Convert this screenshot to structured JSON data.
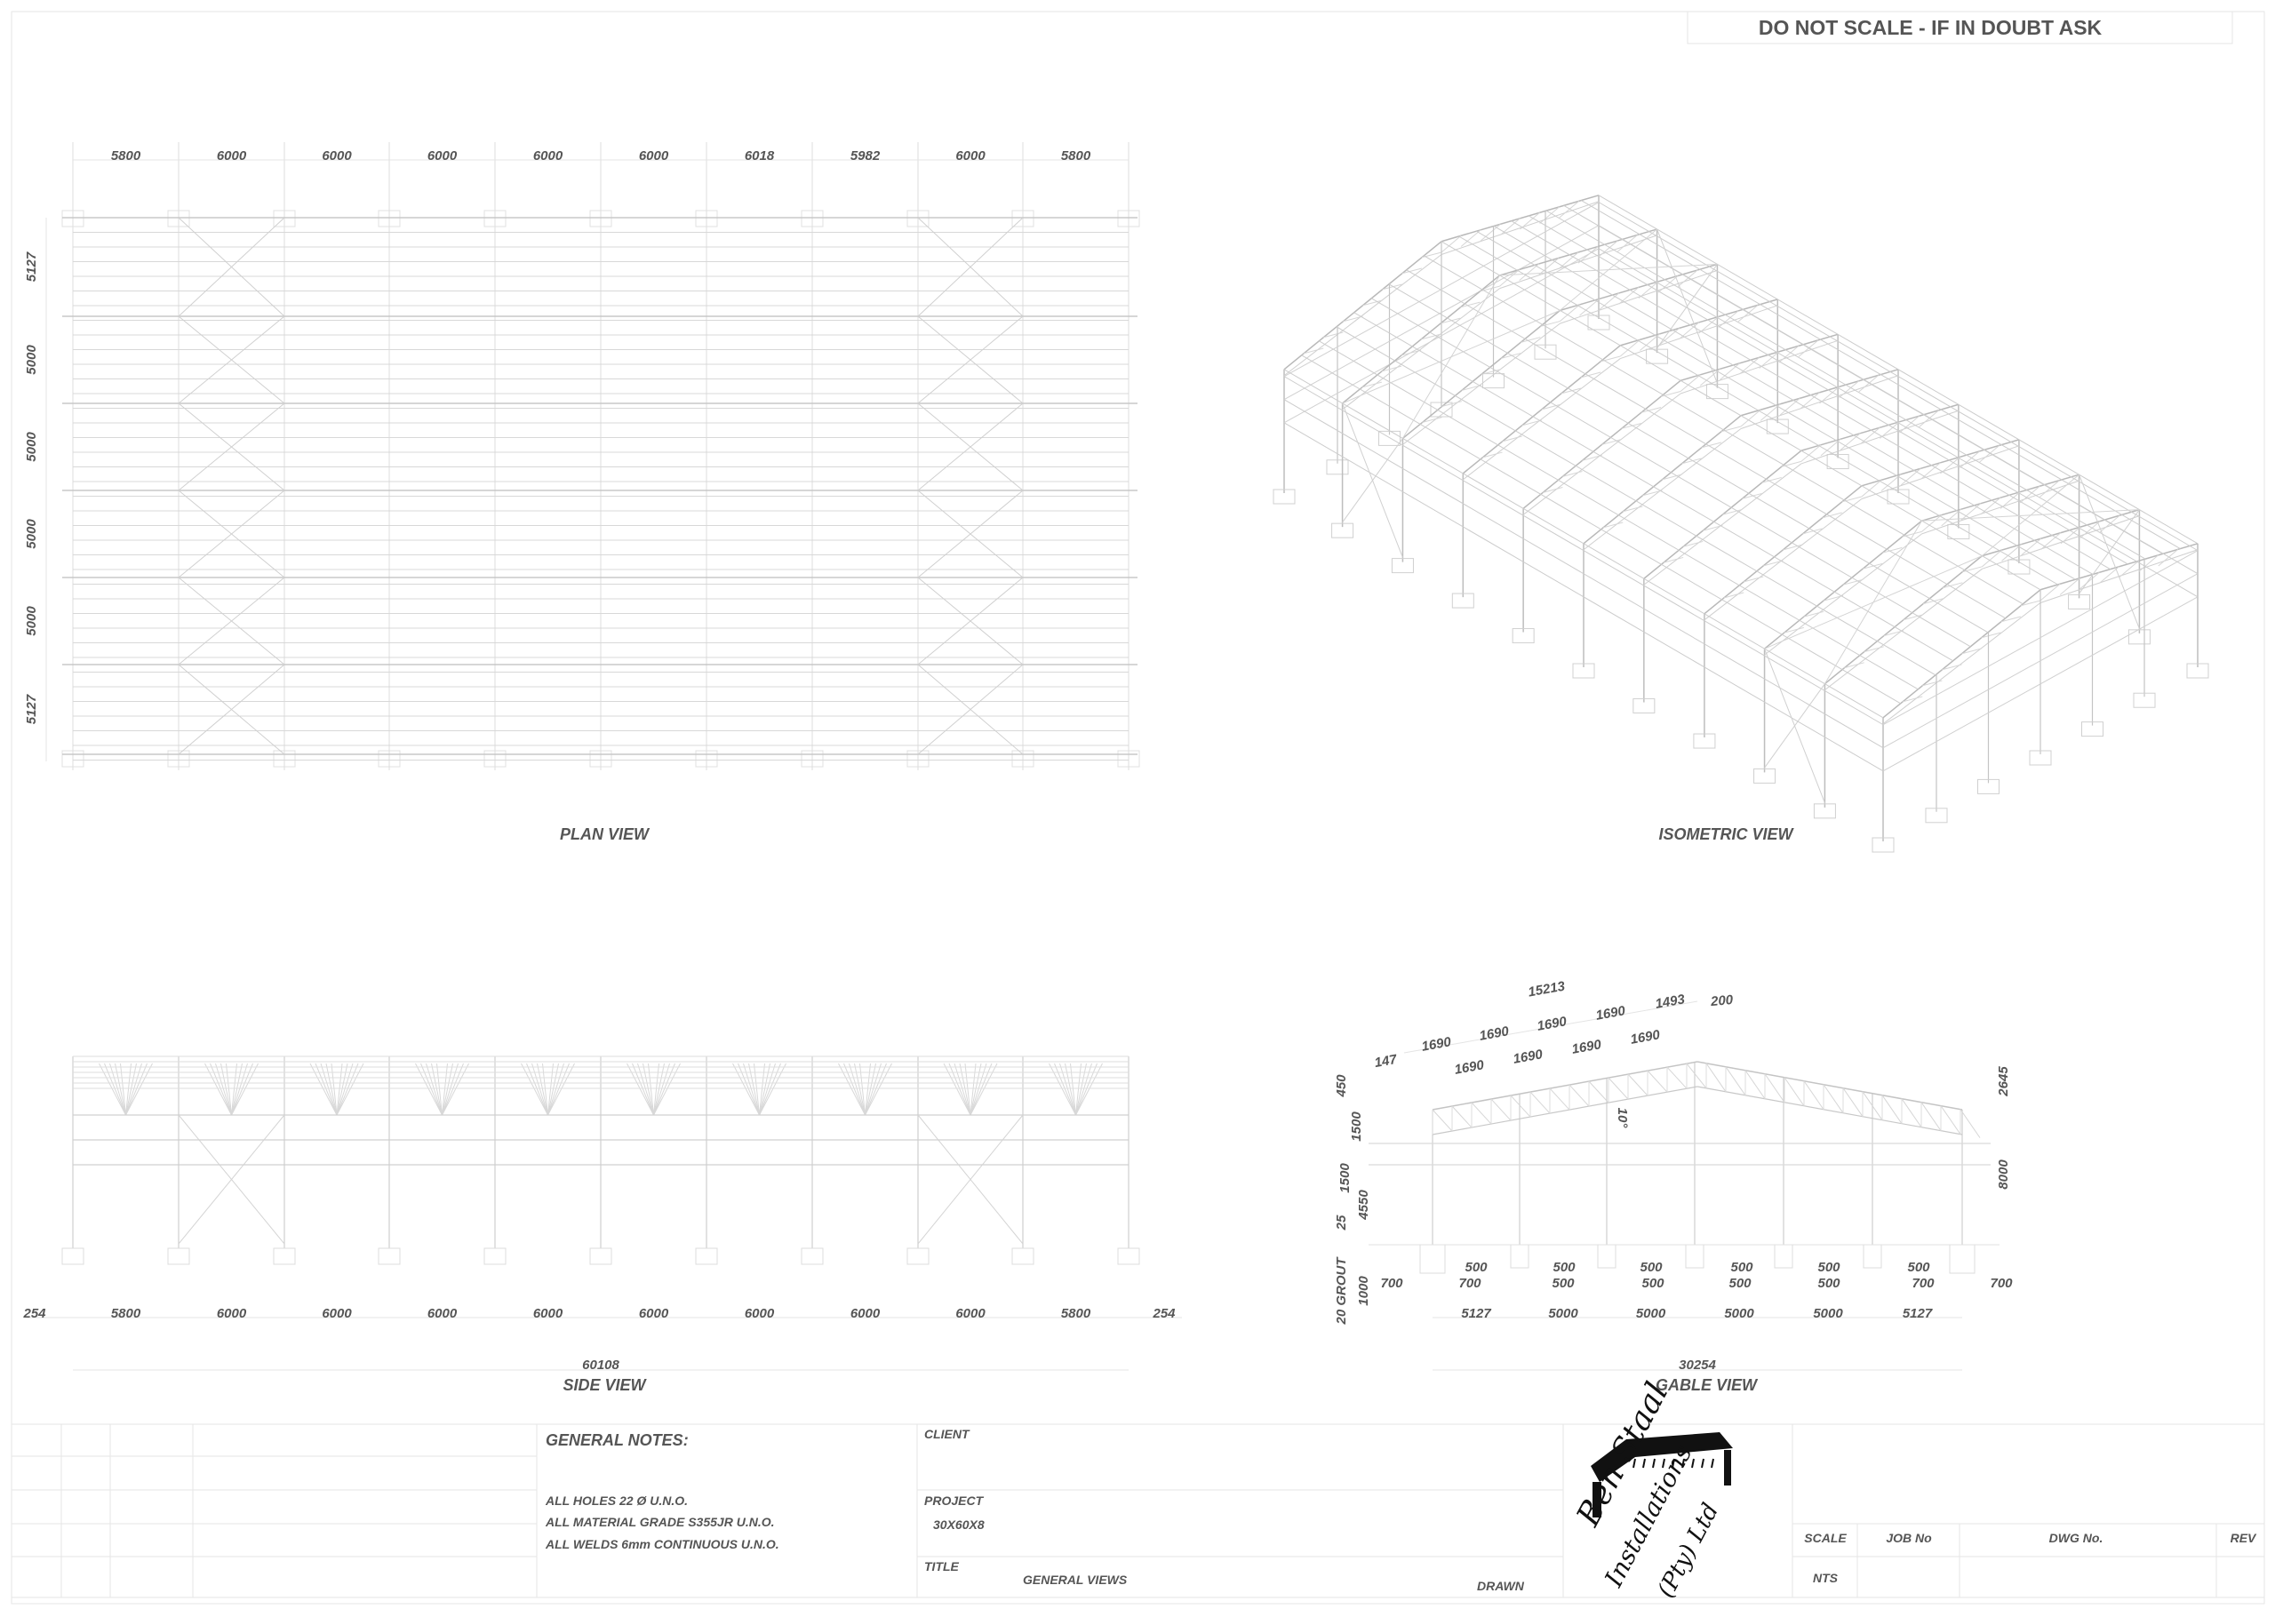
{
  "header": {
    "warning": "DO NOT SCALE - IF IN DOUBT ASK"
  },
  "plan_view": {
    "label": "PLAN VIEW",
    "bay_dims": [
      "5800",
      "6000",
      "6000",
      "6000",
      "6000",
      "6000",
      "6018",
      "5982",
      "6000",
      "5800"
    ],
    "row_dims": [
      "5127",
      "5000",
      "5000",
      "5000",
      "5000",
      "5127"
    ]
  },
  "isometric_view": {
    "label": "ISOMETRIC VIEW"
  },
  "side_view": {
    "label": "SIDE VIEW",
    "end_dims": [
      "254",
      "254"
    ],
    "bay_dims": [
      "5800",
      "6000",
      "6000",
      "6000",
      "6000",
      "6000",
      "6000",
      "6000",
      "6000",
      "5800"
    ],
    "overall": "60108"
  },
  "gable_view": {
    "label": "GABLE VIEW",
    "overall": "30254",
    "spans": [
      "5127",
      "5000",
      "5000",
      "5000",
      "5000",
      "5127"
    ],
    "footing_top_row": [
      "500",
      "500",
      "500",
      "500",
      "500",
      "500"
    ],
    "footing_bottom_row": [
      "700",
      "700",
      "500",
      "500",
      "500",
      "500",
      "700",
      "700"
    ],
    "left_vertical": [
      "450",
      "1500",
      "1500",
      "4550",
      "25",
      "20 GROUT",
      "1000"
    ],
    "right_vertical": [
      "2645",
      "8000"
    ],
    "roof_angle": "10°",
    "rafter_overall": "15213",
    "rafter_start": "147",
    "purlin_upper": [
      "1690",
      "1690",
      "1690",
      "1690"
    ],
    "purlin_lower": [
      "1690",
      "1690",
      "1690",
      "1690"
    ],
    "rafter_end": "1493",
    "ridge_offset": "200"
  },
  "title_block": {
    "general_notes_heading": "GENERAL NOTES:",
    "notes": [
      "ALL HOLES 22 Ø U.N.O.",
      "ALL MATERIAL GRADE S355JR U.N.O.",
      "ALL WELDS 6mm CONTINUOUS U.N.O."
    ],
    "client_label": "CLIENT",
    "project_label": "PROJECT",
    "project_value": "30X60X8",
    "title_label": "TITLE",
    "title_value": "GENERAL VIEWS",
    "drawn_label": "DRAWN",
    "scale_label": "SCALE",
    "scale_value": "NTS",
    "job_no_label": "JOB No",
    "dwg_no_label": "DWG No.",
    "rev_label": "REV",
    "logo": {
      "lines": [
        "Ben Staal",
        "Installations",
        "(Pty) Ltd"
      ]
    }
  }
}
